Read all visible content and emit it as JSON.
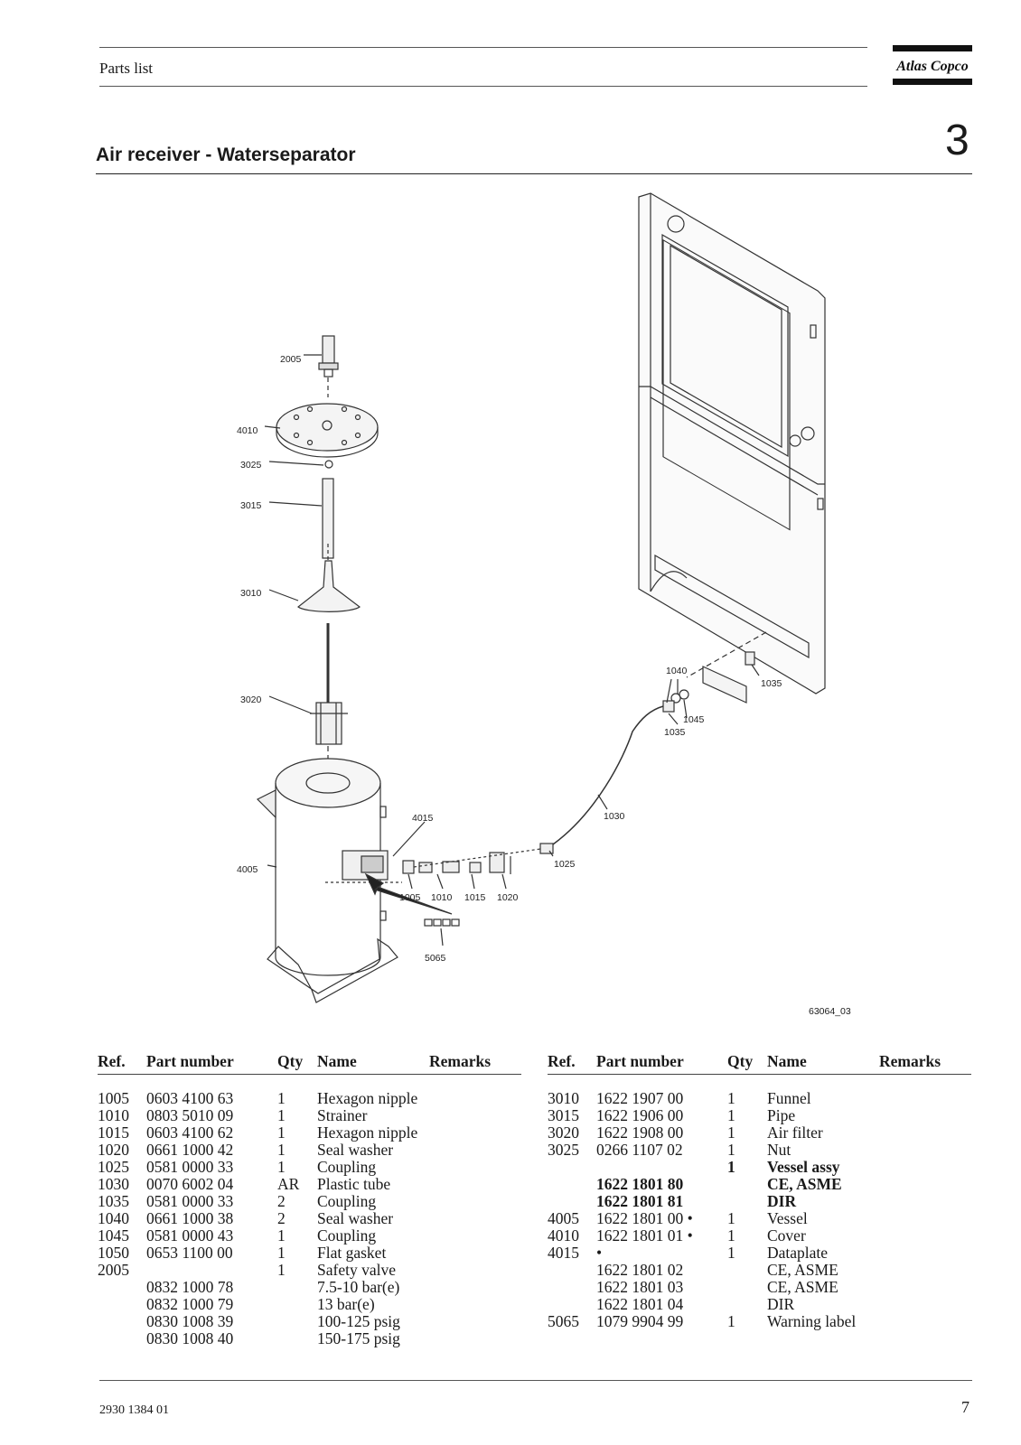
{
  "header": {
    "section": "Parts list",
    "brand": "Atlas Copco"
  },
  "title": "Air receiver - Waterseparator",
  "chapter": "3",
  "figure": {
    "labels": [
      "2005",
      "4010",
      "3025",
      "3015",
      "3010",
      "3020",
      "4015",
      "4005",
      "5065",
      "1005",
      "1010",
      "1015",
      "1020",
      "1025",
      "1030",
      "1035",
      "1040",
      "1045",
      "1035"
    ],
    "code": "63064_03"
  },
  "table": {
    "headers": {
      "ref": "Ref.",
      "part": "Part number",
      "qty": "Qty",
      "name": "Name",
      "remarks": "Remarks"
    },
    "left": [
      [
        "1005",
        "0603 4100 63",
        "1",
        "Hexagon nipple",
        ""
      ],
      [
        "1010",
        "0803 5010 09",
        "1",
        "Strainer",
        ""
      ],
      [
        "1015",
        "0603 4100 62",
        "1",
        "Hexagon nipple",
        ""
      ],
      [
        "1020",
        "0661 1000 42",
        "1",
        "Seal washer",
        ""
      ],
      [
        "1025",
        "0581 0000 33",
        "1",
        "Coupling",
        ""
      ],
      [
        "1030",
        "0070 6002 04",
        "AR",
        "Plastic tube",
        ""
      ],
      [
        "1035",
        "0581 0000 33",
        "2",
        "Coupling",
        ""
      ],
      [
        "1040",
        "0661 1000 38",
        "2",
        "Seal washer",
        ""
      ],
      [
        "1045",
        "0581 0000 43",
        "1",
        "Coupling",
        ""
      ],
      [
        "1050",
        "0653 1100 00",
        "1",
        "Flat gasket",
        ""
      ],
      [
        "2005",
        "",
        "1",
        "Safety valve",
        ""
      ],
      [
        "",
        "0832 1000 78",
        "",
        "7.5-10 bar(e)",
        ""
      ],
      [
        "",
        "0832 1000 79",
        "",
        "13 bar(e)",
        ""
      ],
      [
        "",
        "0830 1008 39",
        "",
        "100-125 psig",
        ""
      ],
      [
        "",
        "0830 1008 40",
        "",
        "150-175 psig",
        ""
      ]
    ],
    "right": [
      [
        "3010",
        "1622 1907 00",
        "1",
        "Funnel",
        ""
      ],
      [
        "3015",
        "1622 1906 00",
        "1",
        "Pipe",
        ""
      ],
      [
        "3020",
        "1622 1908 00",
        "1",
        "Air filter",
        ""
      ],
      [
        "3025",
        "0266 1107 02",
        "1",
        "Nut",
        ""
      ],
      [
        "",
        "",
        "1",
        "Vessel assy",
        ""
      ],
      [
        "",
        "1622 1801 80",
        "",
        "CE, ASME",
        ""
      ],
      [
        "",
        "1622 1801 81",
        "",
        "DIR",
        ""
      ],
      [
        "4005",
        "1622 1801 00 •",
        "1",
        "Vessel",
        ""
      ],
      [
        "4010",
        "1622 1801 01 •",
        "1",
        "Cover",
        ""
      ],
      [
        "4015",
        "•",
        "1",
        "Dataplate",
        ""
      ],
      [
        "",
        "1622 1801 02",
        "",
        "CE, ASME",
        ""
      ],
      [
        "",
        "1622 1801 03",
        "",
        "CE, ASME",
        ""
      ],
      [
        "",
        "1622 1801 04",
        "",
        "DIR",
        ""
      ],
      [
        "5065",
        "1079 9904 99",
        "1",
        "Warning label",
        ""
      ]
    ],
    "right_bold_rows": [
      4,
      5,
      6
    ]
  },
  "footer": {
    "doc_number": "2930 1384 01",
    "page": "7"
  }
}
